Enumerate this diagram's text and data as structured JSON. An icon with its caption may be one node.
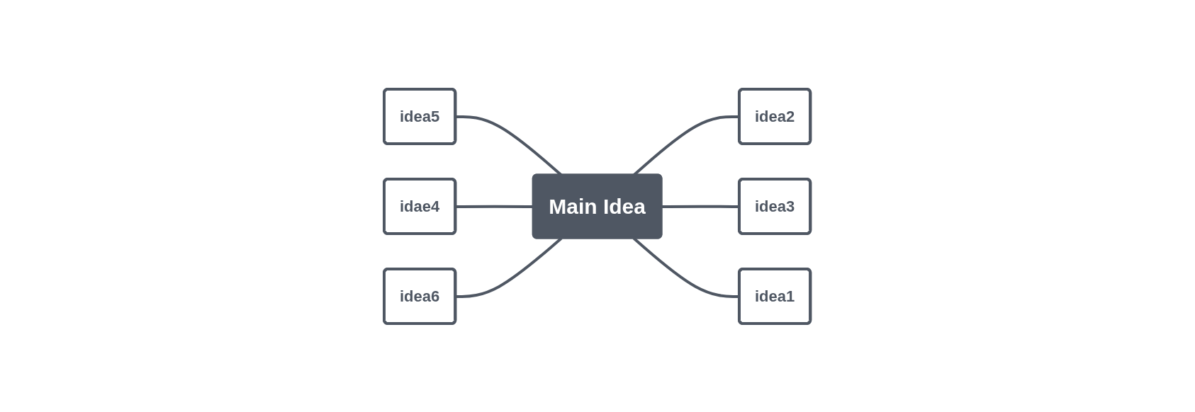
{
  "diagram": {
    "nodes": [
      {
        "text": [
          "Main Idea"
        ]
      },
      {
        "text": [
          "idea5"
        ]
      },
      {
        "text": [
          "idae4"
        ]
      },
      {
        "text": [
          "idea6"
        ]
      },
      {
        "text": [
          "idea2"
        ]
      },
      {
        "text": [
          "idea3"
        ]
      },
      {
        "text": [
          "idea1"
        ]
      }
    ],
    "edges": [
      {
        "from": 1,
        "to": 0,
        "arrow": "none"
      },
      {
        "from": 2,
        "to": 0,
        "arrow": "none"
      },
      {
        "from": 3,
        "to": 0,
        "arrow": "none"
      },
      {
        "from": 0,
        "to": 4,
        "arrow": "none"
      },
      {
        "from": 0,
        "to": 5,
        "arrow": "none"
      },
      {
        "from": 0,
        "to": 6,
        "arrow": "none"
      }
    ]
  }
}
